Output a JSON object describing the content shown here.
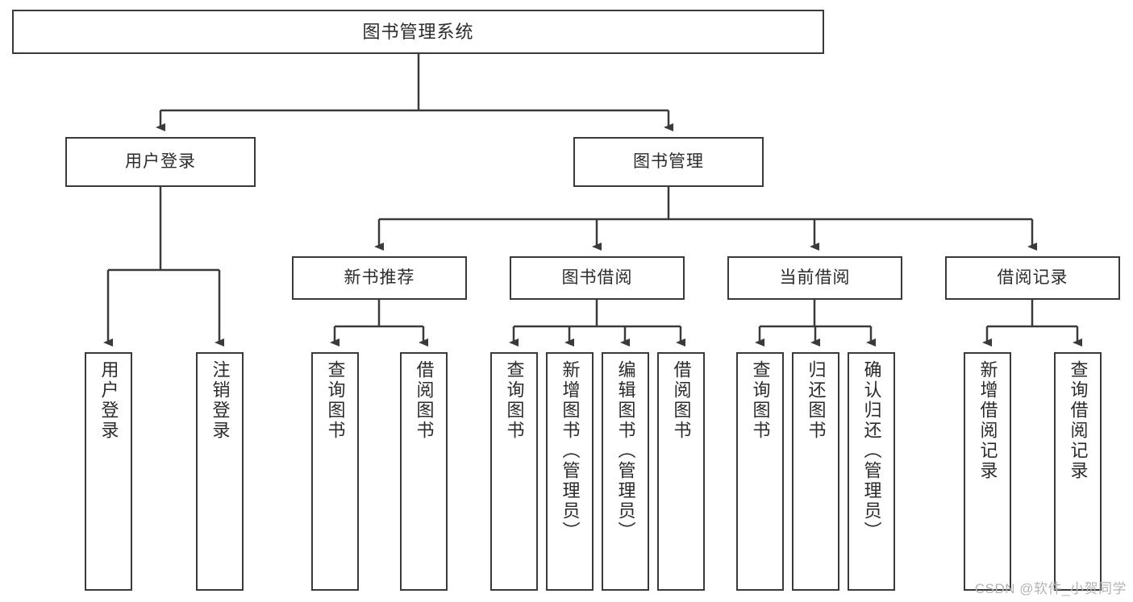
{
  "diagram": {
    "title": "图书管理系统",
    "watermark": "CSDN @软件_小贺同学",
    "colors": {
      "stroke": "#3a3a3a",
      "text": "#2b2b2b",
      "background": "#ffffff",
      "watermark": "#b4b4b4"
    },
    "root": {
      "label": "图书管理系统"
    },
    "level2": [
      {
        "label": "用户登录"
      },
      {
        "label": "图书管理"
      }
    ],
    "level3": [
      {
        "label": "新书推荐"
      },
      {
        "label": "图书借阅"
      },
      {
        "label": "当前借阅"
      },
      {
        "label": "借阅记录"
      }
    ],
    "leaves": {
      "user_login": [
        {
          "label": "用户登录"
        },
        {
          "label": "注销登录"
        }
      ],
      "new_book": [
        {
          "label": "查询图书"
        },
        {
          "label": "借阅图书"
        }
      ],
      "borrow_book": [
        {
          "label": "查询图书"
        },
        {
          "label": "新增图书（管理员）"
        },
        {
          "label": "编辑图书（管理员）"
        },
        {
          "label": "借阅图书"
        }
      ],
      "current_borrow": [
        {
          "label": "查询图书"
        },
        {
          "label": "归还图书"
        },
        {
          "label": "确认归还（管理员）"
        }
      ],
      "borrow_record": [
        {
          "label": "新增借阅记录"
        },
        {
          "label": "查询借阅记录"
        }
      ]
    }
  }
}
